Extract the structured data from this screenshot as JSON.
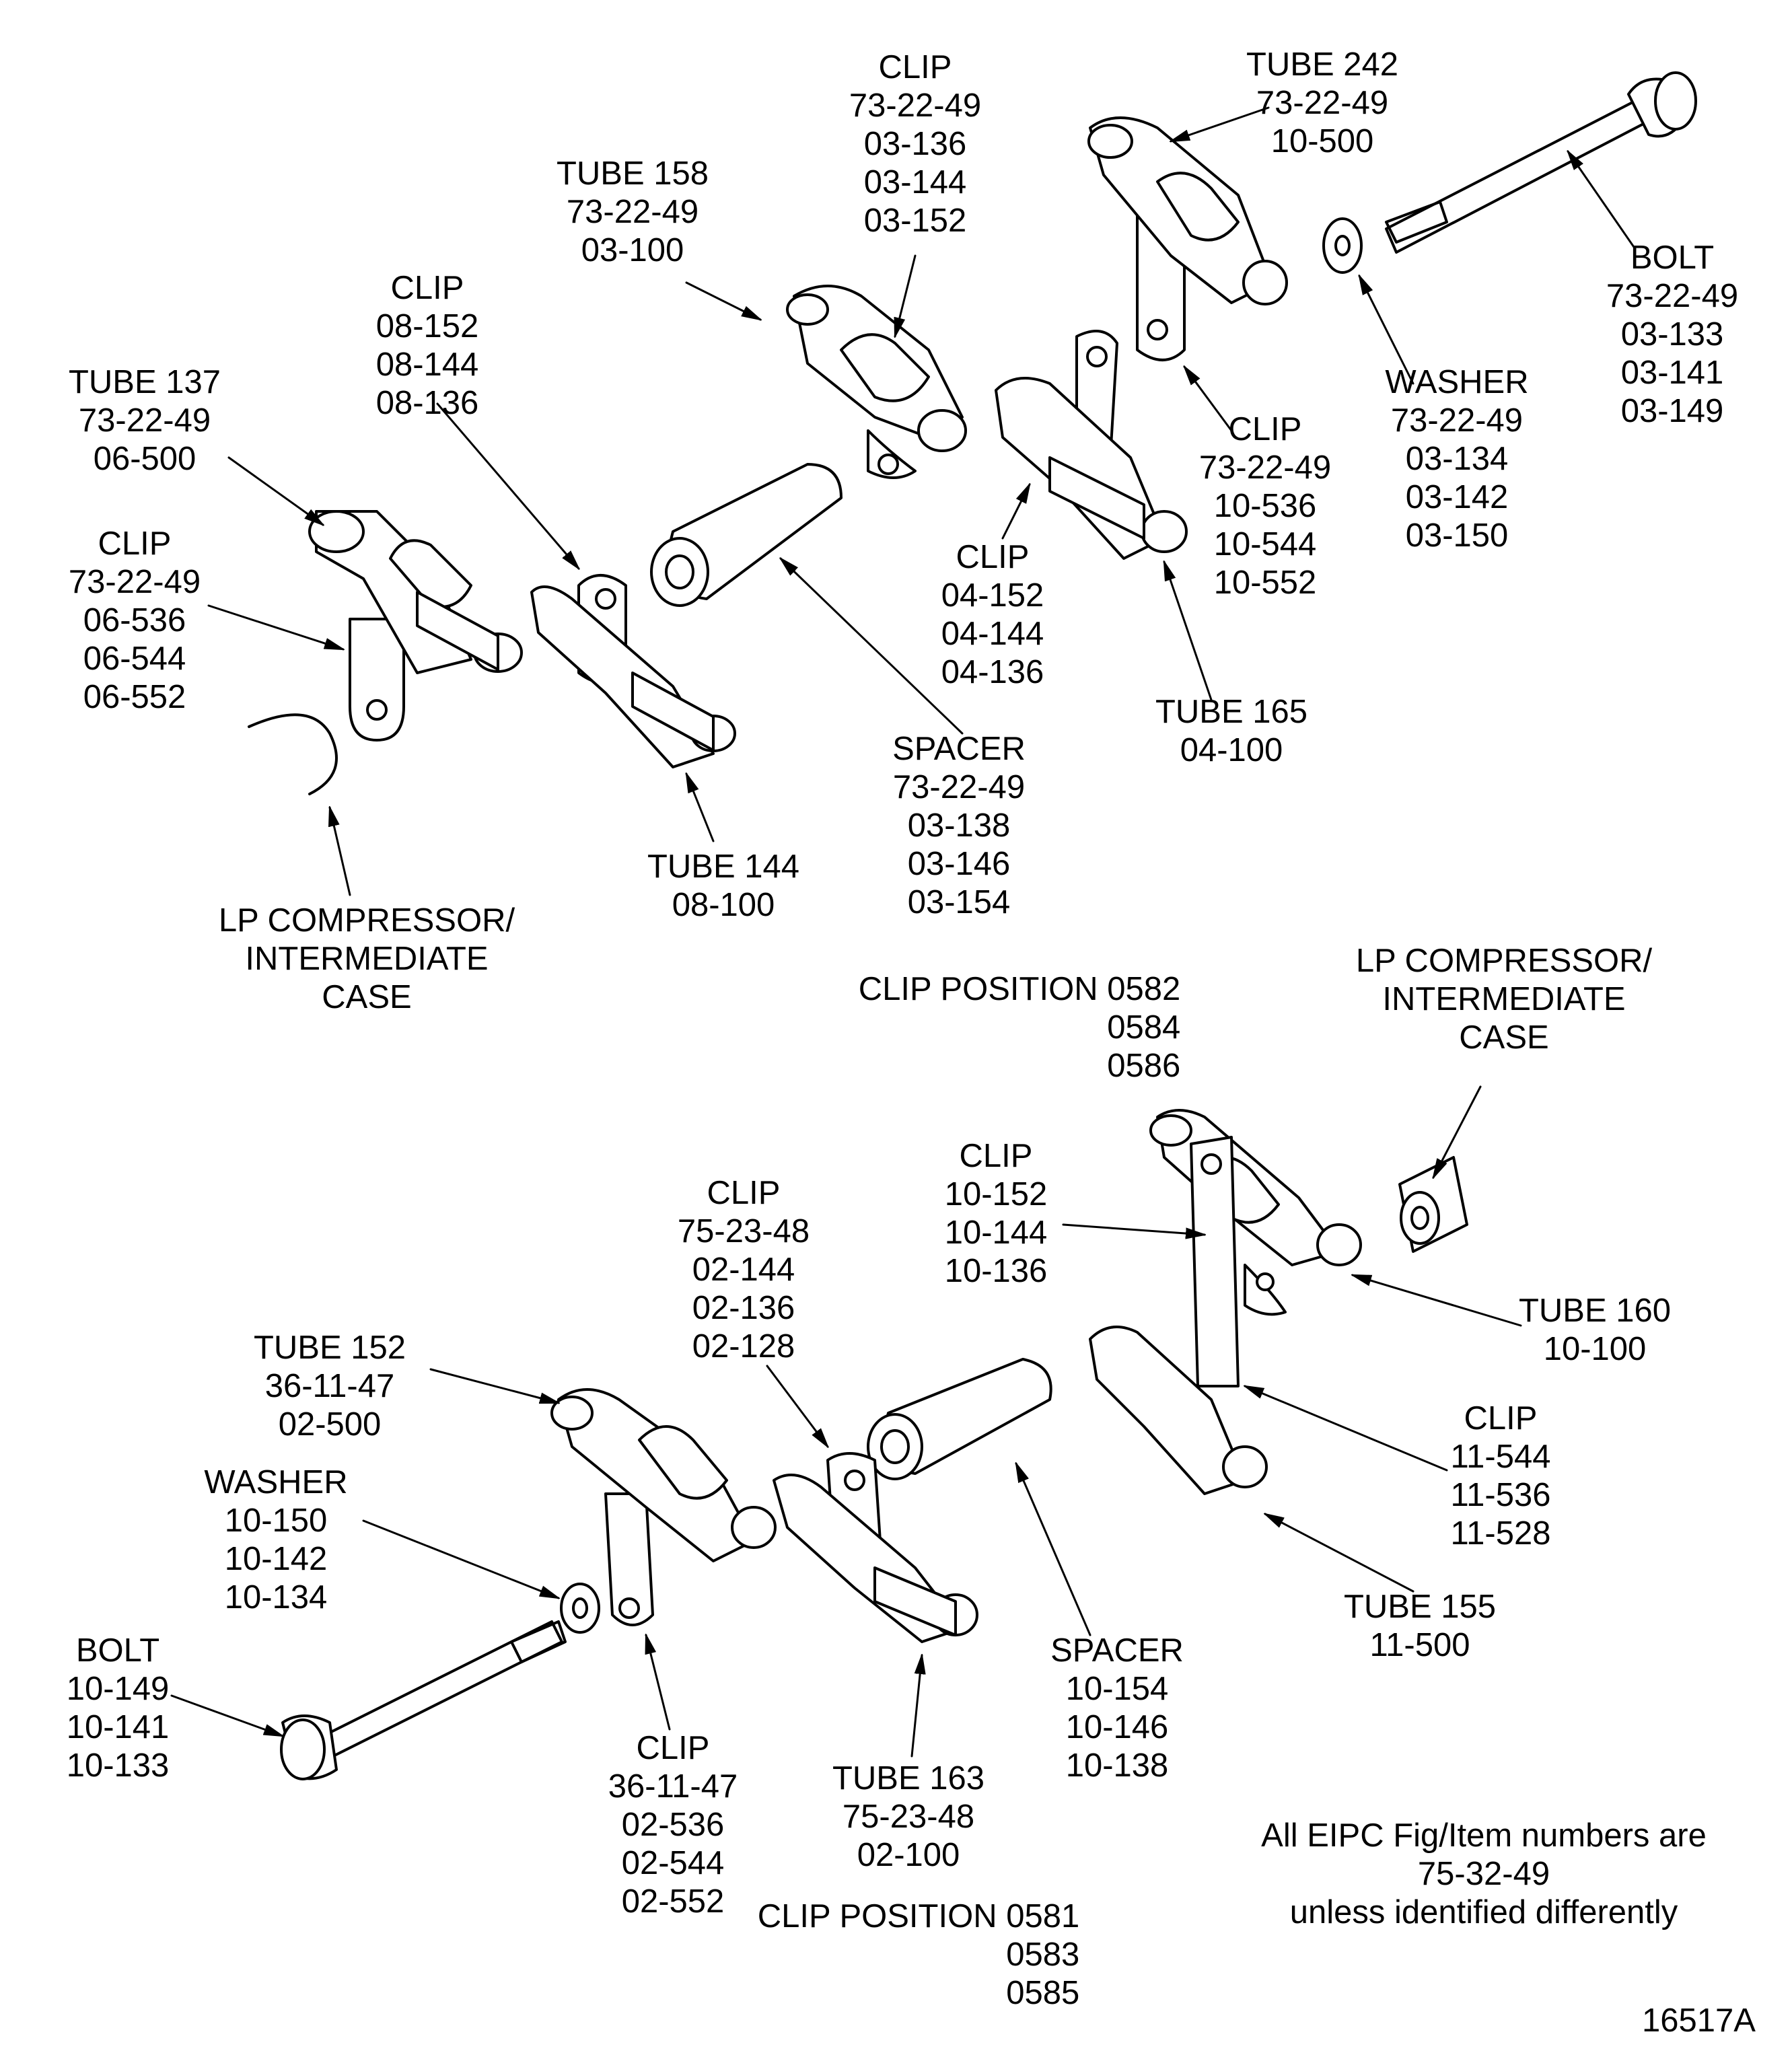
{
  "labels": {
    "tube242": [
      "TUBE 242",
      "73-22-49",
      "10-500"
    ],
    "clip_top": [
      "CLIP",
      "73-22-49",
      "03-136",
      "03-144",
      "03-152"
    ],
    "tube158": [
      "TUBE 158",
      "73-22-49",
      "03-100"
    ],
    "bolt_top": [
      "BOLT",
      "73-22-49",
      "03-133",
      "03-141",
      "03-149"
    ],
    "washer_top": [
      "WASHER",
      "73-22-49",
      "03-134",
      "03-142",
      "03-150"
    ],
    "clip_10_536": [
      "CLIP",
      "73-22-49",
      "10-536",
      "10-544",
      "10-552"
    ],
    "clip_08": [
      "CLIP",
      "08-152",
      "08-144",
      "08-136"
    ],
    "tube137": [
      "TUBE 137",
      "73-22-49",
      "06-500"
    ],
    "clip_06": [
      "CLIP",
      "73-22-49",
      "06-536",
      "06-544",
      "06-552"
    ],
    "clip_04": [
      "CLIP",
      "04-152",
      "04-144",
      "04-136"
    ],
    "tube165": [
      "TUBE 165",
      "04-100"
    ],
    "spacer_top": [
      "SPACER",
      "73-22-49",
      "03-138",
      "03-146",
      "03-154"
    ],
    "tube144": [
      "TUBE 144",
      "08-100"
    ],
    "lp_case_top": [
      "LP COMPRESSOR/",
      "INTERMEDIATE",
      "CASE"
    ],
    "clip_position_top": [
      "CLIP POSITION 0582",
      "0584",
      "0586"
    ],
    "lp_case_bottom": [
      "LP COMPRESSOR/",
      "INTERMEDIATE",
      "CASE"
    ],
    "clip_10_152": [
      "CLIP",
      "10-152",
      "10-144",
      "10-136"
    ],
    "clip_75_23_48": [
      "CLIP",
      "75-23-48",
      "02-144",
      "02-136",
      "02-128"
    ],
    "tube160": [
      "TUBE 160",
      "10-100"
    ],
    "tube152": [
      "TUBE 152",
      "36-11-47",
      "02-500"
    ],
    "clip_11": [
      "CLIP",
      "11-544",
      "11-536",
      "11-528"
    ],
    "washer_bottom": [
      "WASHER",
      "10-150",
      "10-142",
      "10-134"
    ],
    "tube155": [
      "TUBE 155",
      "11-500"
    ],
    "bolt_bottom": [
      "BOLT",
      "10-149",
      "10-141",
      "10-133"
    ],
    "spacer_bottom": [
      "SPACER",
      "10-154",
      "10-146",
      "10-138"
    ],
    "clip_36_11_47": [
      "CLIP",
      "36-11-47",
      "02-536",
      "02-544",
      "02-552"
    ],
    "tube163": [
      "TUBE 163",
      "75-23-48",
      "02-100"
    ],
    "clip_position_bottom": [
      "CLIP POSITION 0581",
      "0583",
      "0585"
    ],
    "eipc_note": [
      "All EIPC Fig/Item numbers are",
      "75-32-49",
      "unless identified differently"
    ]
  },
  "figure_number": "16517A"
}
